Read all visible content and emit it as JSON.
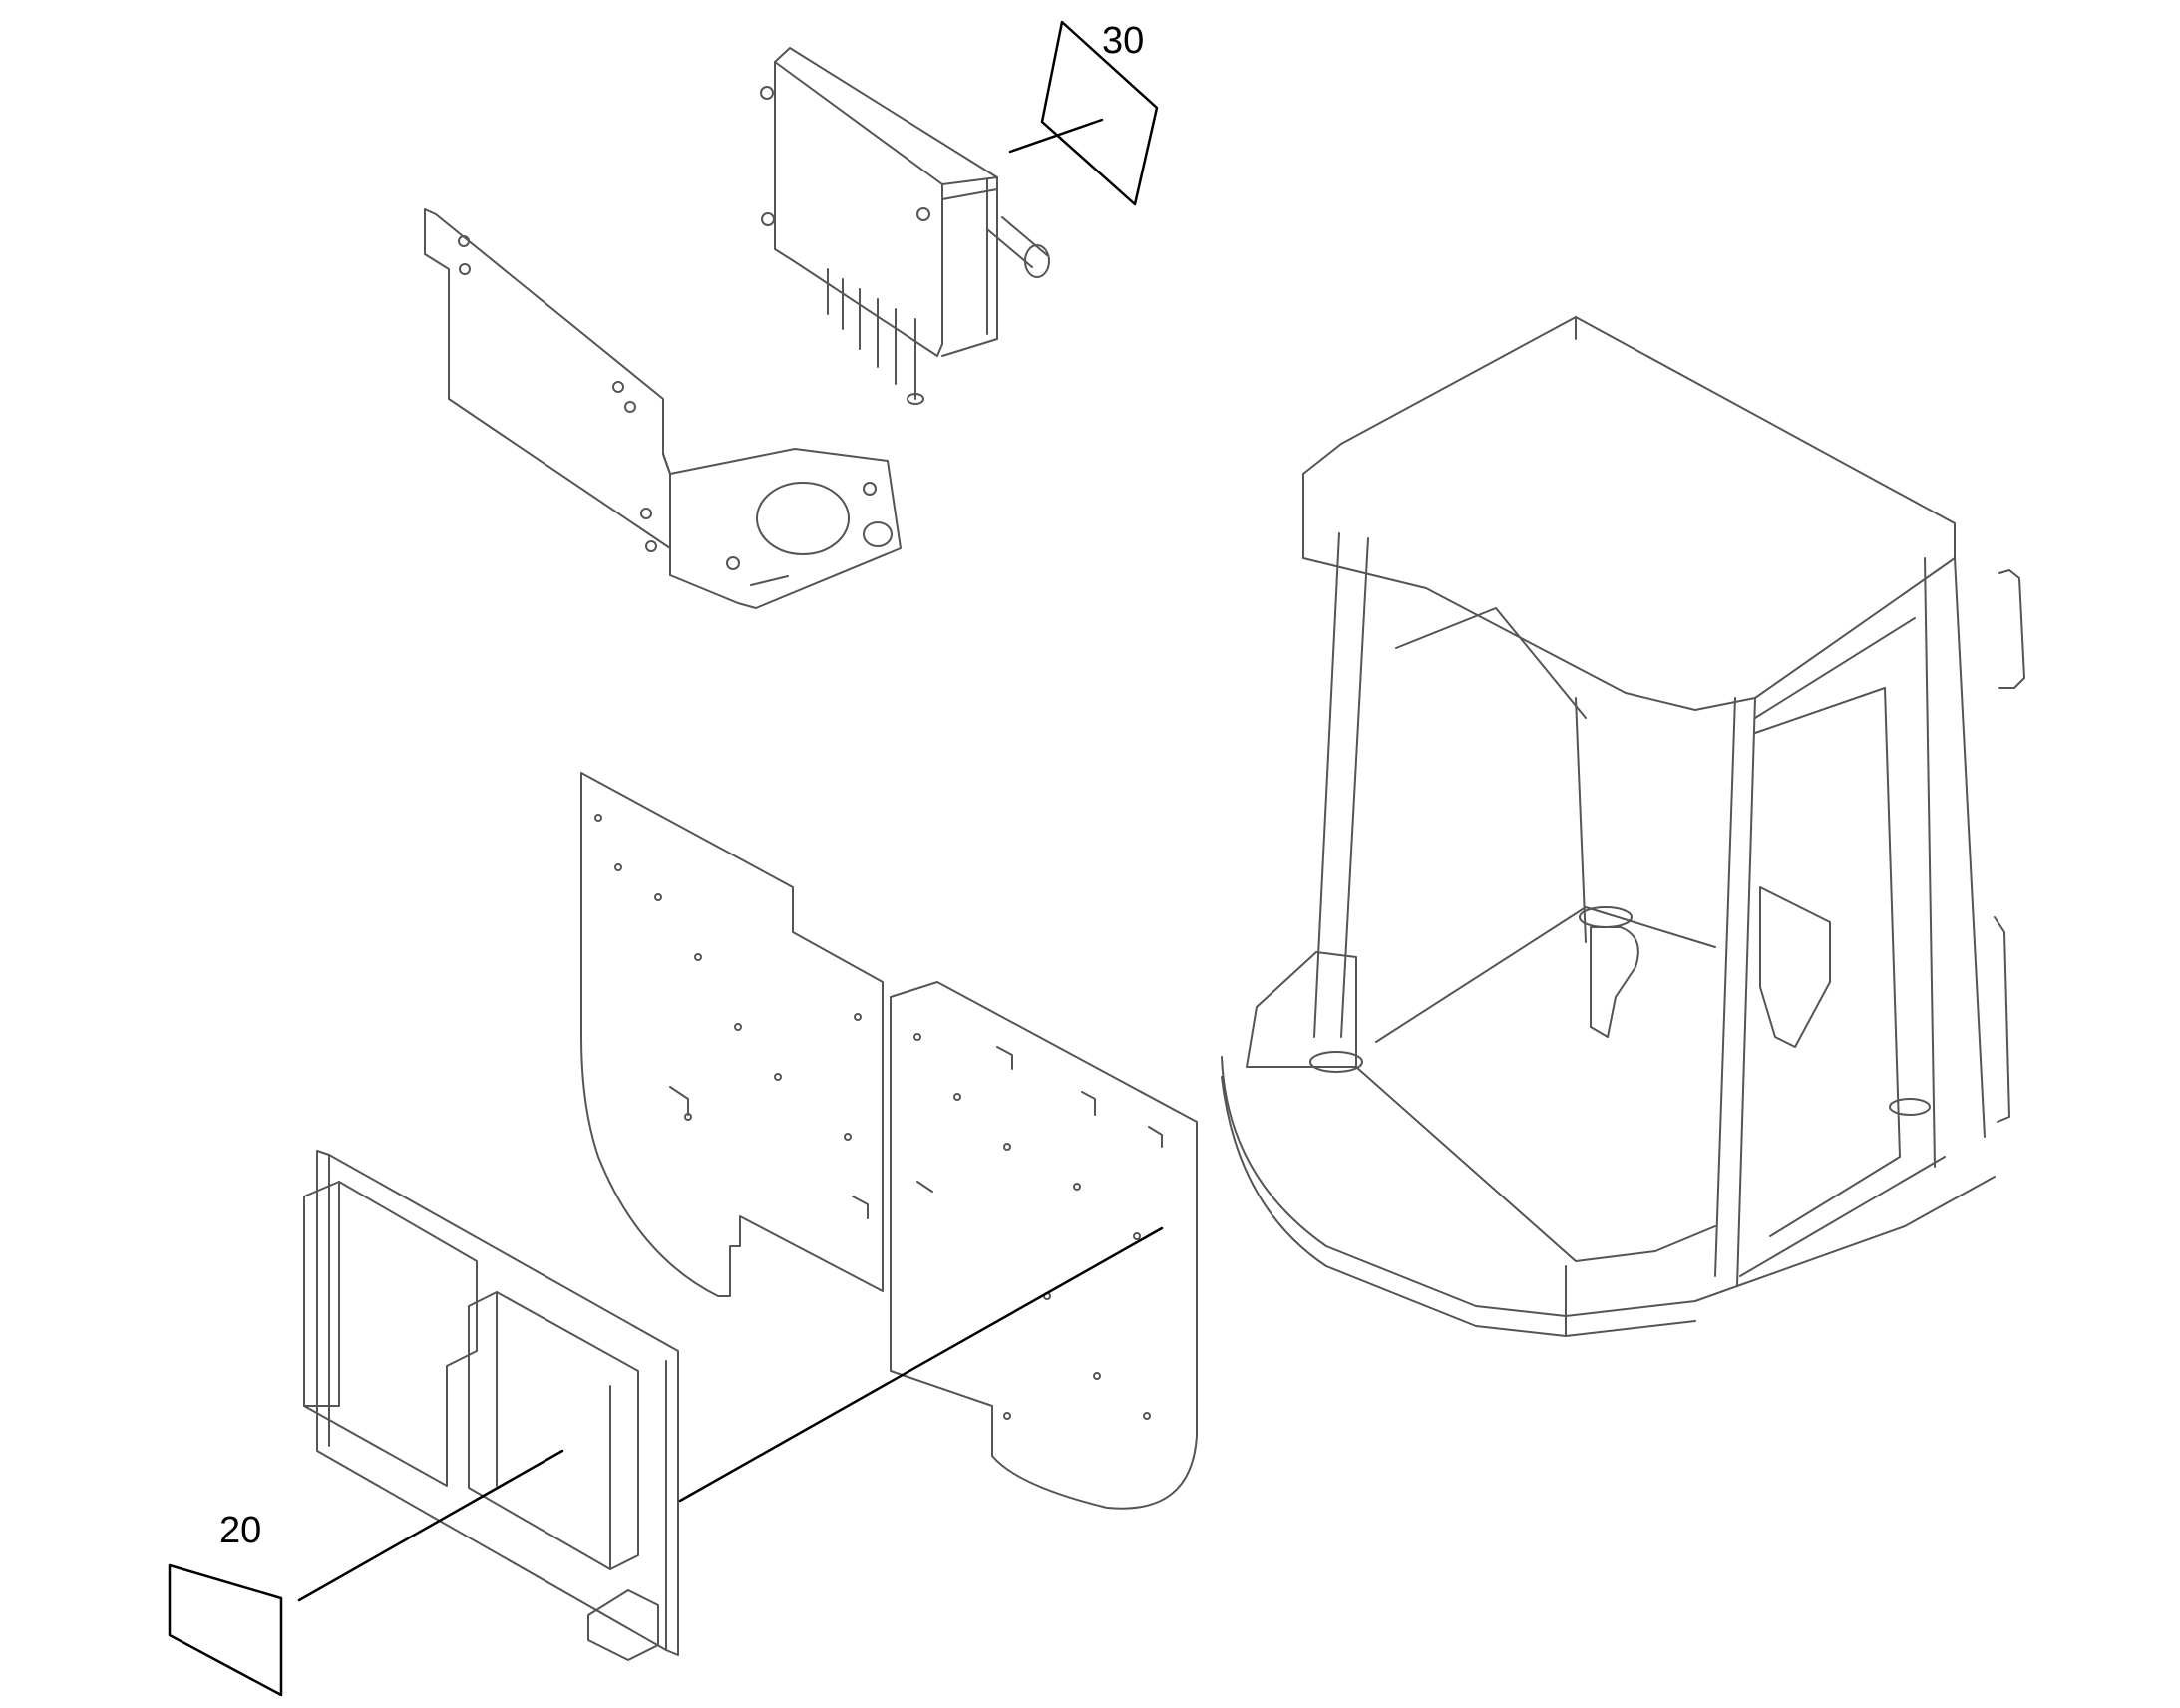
{
  "callouts": [
    {
      "id": "30",
      "label": "30"
    },
    {
      "id": "20",
      "label": "20"
    }
  ],
  "colors": {
    "line": "#555555",
    "leader": "#000000",
    "background": "#ffffff"
  }
}
